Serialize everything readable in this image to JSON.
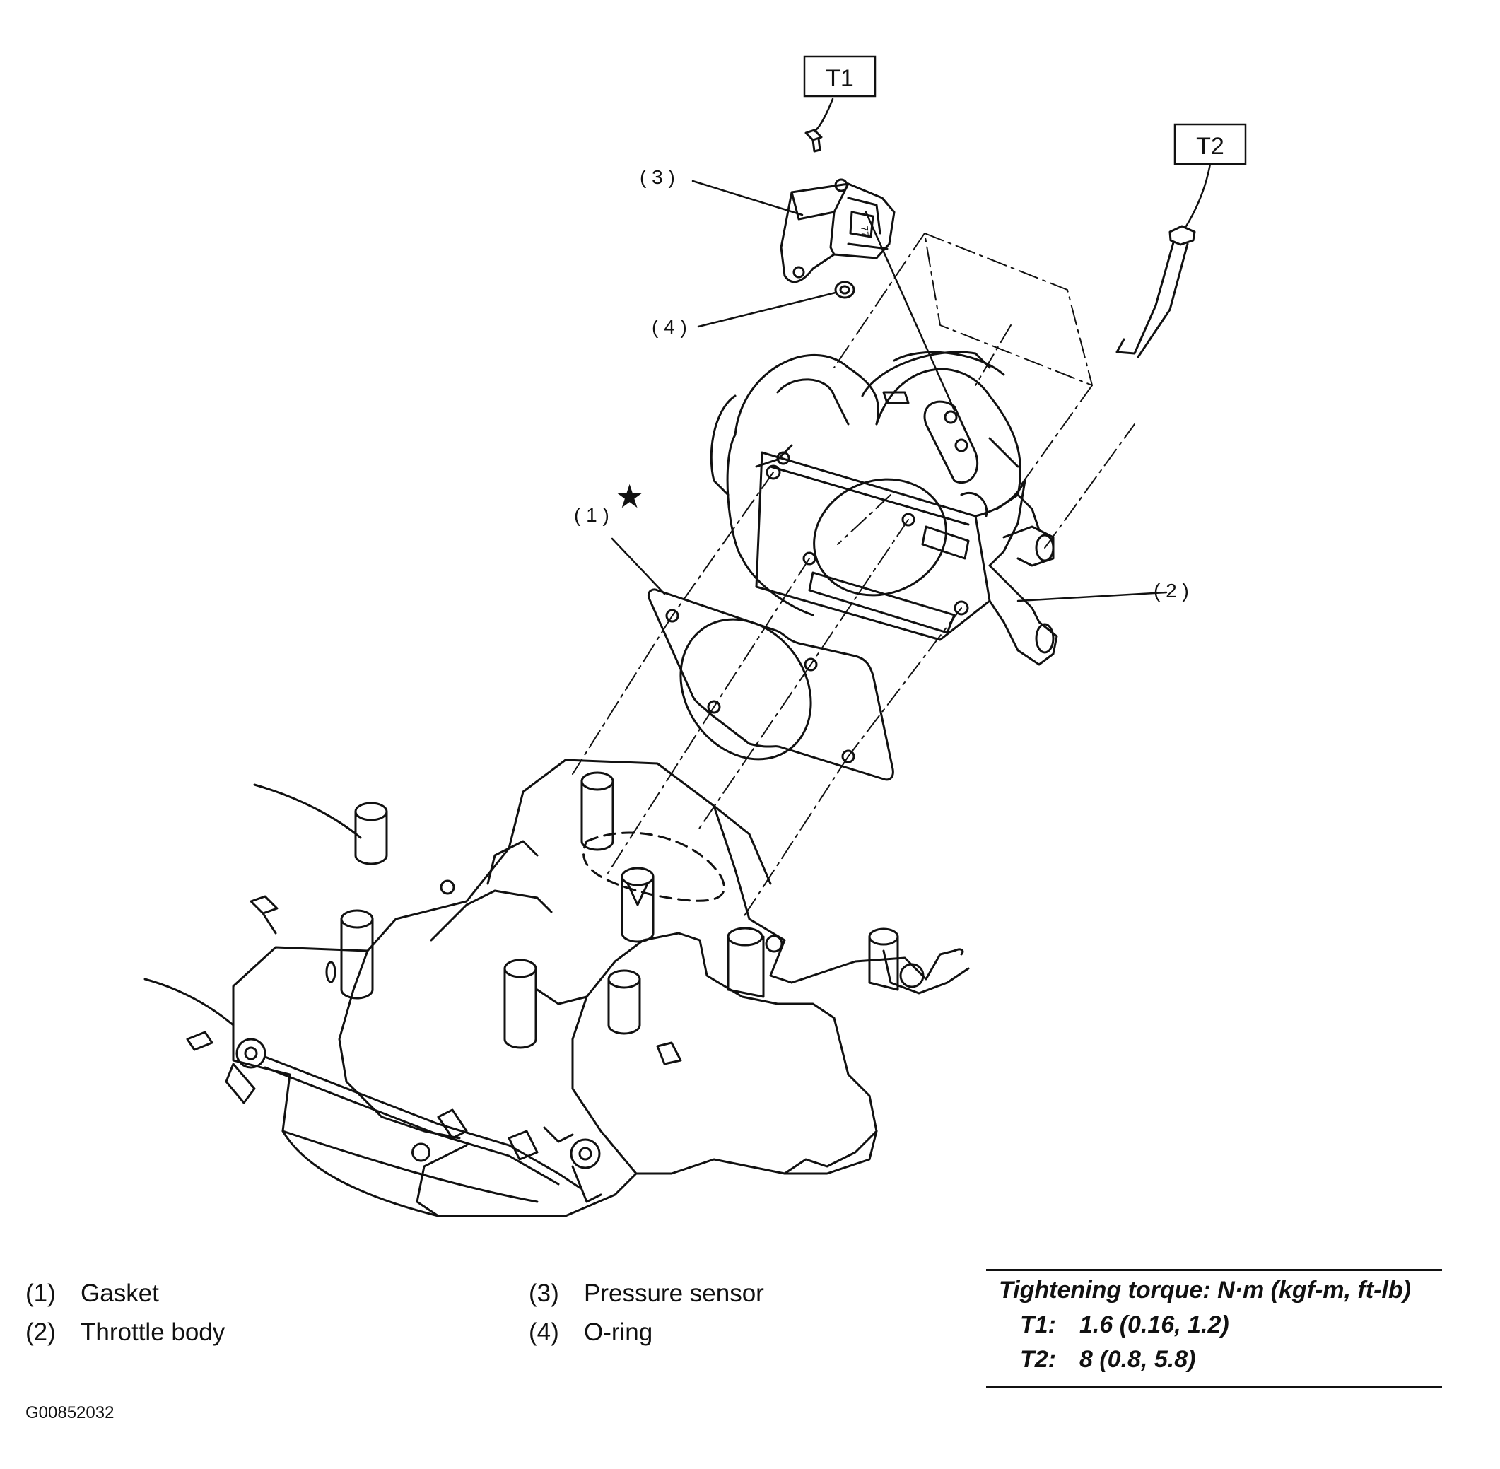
{
  "callouts": {
    "t1": "T1",
    "t2": "T2",
    "c1": "( 1 )",
    "c2": "( 2 )",
    "c3": "( 3 )",
    "c4": "( 4 )",
    "star": "★"
  },
  "legend": [
    {
      "num": "(1)",
      "label": "Gasket"
    },
    {
      "num": "(2)",
      "label": "Throttle body"
    },
    {
      "num": "(3)",
      "label": "Pressure sensor"
    },
    {
      "num": "(4)",
      "label": "O-ring"
    }
  ],
  "torque": {
    "heading": "Tightening torque: N·m (kgf-m, ft-lb)",
    "rows": [
      {
        "key": "T1:",
        "value": "1.6 (0.16, 1.2)"
      },
      {
        "key": "T2:",
        "value": "8 (0.8, 5.8)"
      }
    ]
  },
  "figure_code": "G00852032"
}
